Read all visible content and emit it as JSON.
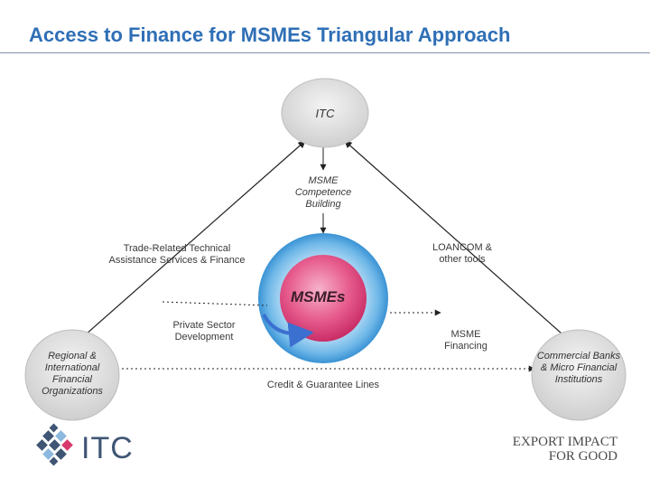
{
  "title": "Access to Finance for MSMEs Triangular Approach",
  "nodes": {
    "top": "ITC",
    "left": "Regional & International Financial Organizations",
    "right": "Commercial Banks & Micro Financial Institutions",
    "center": "MSMEs"
  },
  "labels": {
    "competence": "MSME Competence Building",
    "technical": "Trade-Related Technical Assistance Services & Finance",
    "loancom": "LOANCOM & other tools",
    "private": "Private Sector Development",
    "financing": "MSME Financing",
    "credit": "Credit & Guarantee Lines"
  },
  "footer": {
    "logo_text": "ITC",
    "tagline_line1": "EXPORT IMPACT",
    "tagline_line2": "FOR GOOD"
  },
  "colors": {
    "title": "#2f6fb6",
    "outer_circle": "#4aa3df",
    "inner_circle": "#e0457b",
    "node_fill": "#e3e3e3"
  }
}
